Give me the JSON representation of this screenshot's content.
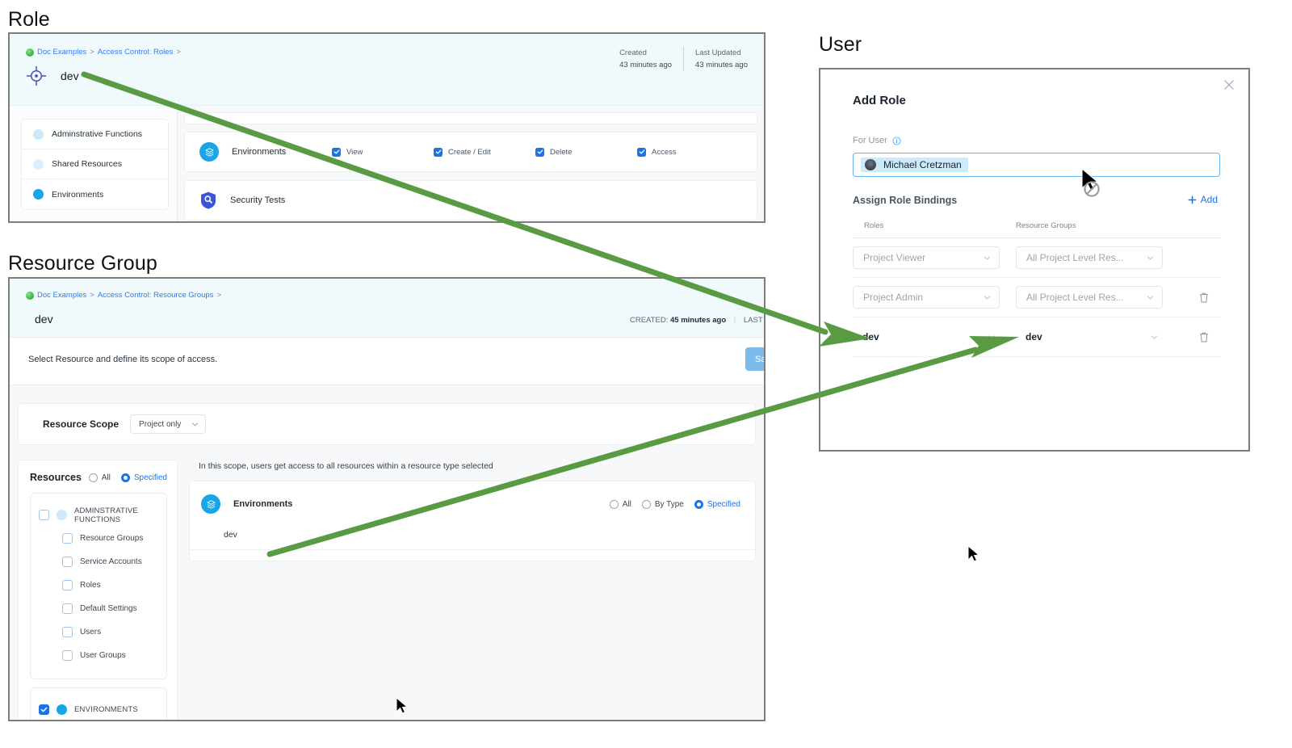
{
  "captions": {
    "role": "Role",
    "resource_group": "Resource Group",
    "user": "User"
  },
  "colors": {
    "accent_blue": "#1a73e8",
    "header_bg": "#f0fafd",
    "arrow_green": "#589b43",
    "link_blue": "#2e7cf6",
    "icon_cyan": "#18a6e8"
  },
  "role_panel": {
    "breadcrumb": {
      "project": "Doc Examples",
      "sep1": ">",
      "section": "Access Control: Roles",
      "sep2": ">"
    },
    "title": "dev",
    "title_icon": "target-icon",
    "meta": [
      {
        "label": "Created",
        "value": "43 minutes ago"
      },
      {
        "label": "Last Updated",
        "value": "43 minutes ago"
      }
    ],
    "sidebar": [
      {
        "label": "Adminstrative Functions",
        "icon": "ring-icon-pale"
      },
      {
        "label": "Shared Resources",
        "icon": "ring-icon-palest"
      },
      {
        "label": "Environments",
        "icon": "ring-icon-solid"
      }
    ],
    "rows": [
      {
        "label": "Environments",
        "icon": "environments-icon",
        "permissions": [
          {
            "label": "View",
            "checked": true
          },
          {
            "label": "Create / Edit",
            "checked": true
          },
          {
            "label": "Delete",
            "checked": true
          },
          {
            "label": "Access",
            "checked": true
          }
        ]
      },
      {
        "label": "Security Tests",
        "icon": "security-shield-icon",
        "permissions": []
      }
    ]
  },
  "resource_group_panel": {
    "breadcrumb": {
      "project": "Doc Examples",
      "sep1": ">",
      "section": "Access Control: Resource Groups",
      "sep2": ">"
    },
    "title": "dev",
    "meta_created_label": "CREATED:",
    "meta_created_value": "45 minutes ago",
    "meta_updated_label": "LAST UPD",
    "subtitle": "Select Resource and define its scope of access.",
    "save_label": "Sav",
    "scope": {
      "label": "Resource Scope",
      "value": "Project only"
    },
    "resources": {
      "title": "Resources",
      "options": [
        {
          "label": "All",
          "selected": false
        },
        {
          "label": "Specified",
          "selected": true
        }
      ],
      "groups": [
        {
          "label": "ADMINSTRATIVE FUNCTIONS",
          "checked": false,
          "children": [
            {
              "label": "Resource Groups",
              "checked": false
            },
            {
              "label": "Service Accounts",
              "checked": false
            },
            {
              "label": "Roles",
              "checked": false
            },
            {
              "label": "Default Settings",
              "checked": false
            },
            {
              "label": "Users",
              "checked": false
            },
            {
              "label": "User Groups",
              "checked": false
            }
          ]
        },
        {
          "label": "ENVIRONMENTS",
          "checked": true,
          "children": []
        }
      ]
    },
    "scope_panel": {
      "note": "In this scope, users get access to all resources within a resource type selected",
      "entity": "Environments",
      "options": [
        {
          "label": "All",
          "selected": false
        },
        {
          "label": "By Type",
          "selected": false
        },
        {
          "label": "Specified",
          "selected": true
        }
      ],
      "item": "dev"
    }
  },
  "user_panel": {
    "dialog_title": "Add Role",
    "close_icon": "close-icon",
    "for_user_label": "For User",
    "info_icon": "info-icon",
    "selected_user": "Michael Cretzman",
    "bindings_label": "Assign Role Bindings",
    "add_label": "Add",
    "add_icon": "plus-icon",
    "columns": [
      "Roles",
      "Resource Groups"
    ],
    "rows": [
      {
        "role": "Project Viewer",
        "resource_group": "All Project Level Res...",
        "deletable": false,
        "plain": false
      },
      {
        "role": "Project Admin",
        "resource_group": "All Project Level Res...",
        "deletable": true,
        "plain": false
      },
      {
        "role": "dev",
        "resource_group": "dev",
        "deletable": true,
        "plain": true
      }
    ]
  }
}
